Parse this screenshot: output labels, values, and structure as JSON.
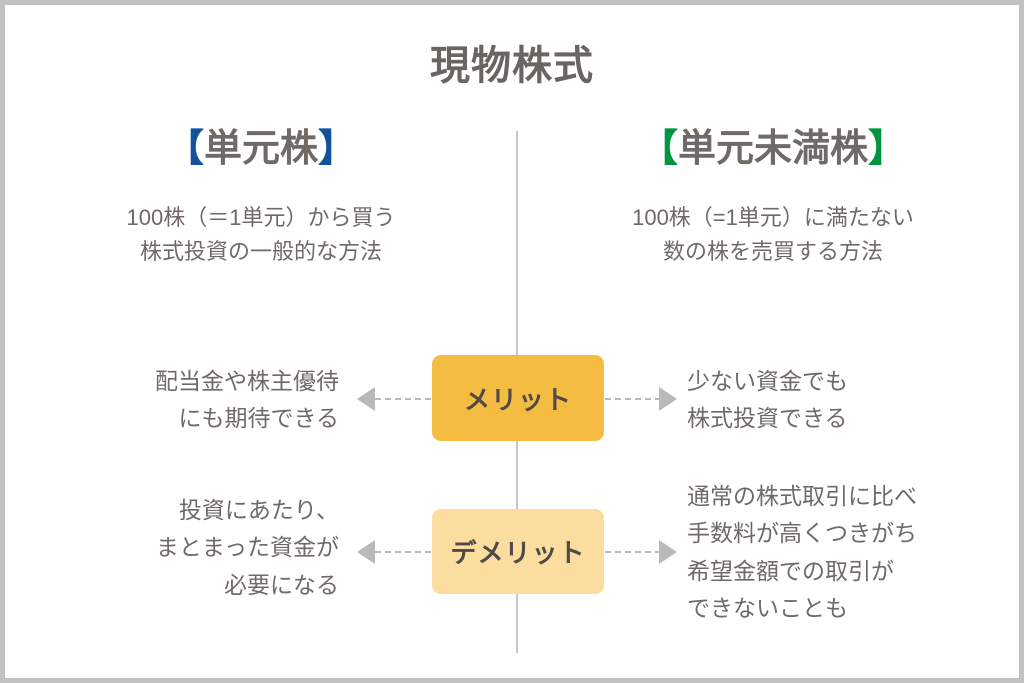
{
  "diagram": {
    "title": "現物株式",
    "divider": {
      "name": "vertical-divider",
      "color": "#c6c6c6"
    },
    "columns": {
      "left": {
        "heading_open": "【",
        "heading_text": "単元株",
        "heading_close": "】",
        "bracket_color": "#12529c",
        "description": "100株（＝1単元）から買う\n株式投資の一般的な方法",
        "merit": "配当金や株主優待\nにも期待できる",
        "demerit": "投資にあたり、\nまとまった資金が\n必要になる"
      },
      "right": {
        "heading_open": "【",
        "heading_text": "単元未満株",
        "heading_close": "】",
        "bracket_color": "#009640",
        "description": "100株（=1単元）に満たない\n数の株を売買する方法",
        "merit": "少ない資金でも\n株式投資できる",
        "demerit": "通常の株式取引に比べ\n手数料が高くつきがち\n希望金額での取引が\nできないことも"
      }
    },
    "center_boxes": [
      {
        "label": "メリット",
        "color": "#f5bc42"
      },
      {
        "label": "デメリット",
        "color": "#fadd9f"
      }
    ],
    "connectors": {
      "arrow_color": "#b9b9b9",
      "line_style": "dashed"
    },
    "text_color": "#6f6a66",
    "border_color": "#c2c2c2",
    "background": "#ffffff"
  }
}
